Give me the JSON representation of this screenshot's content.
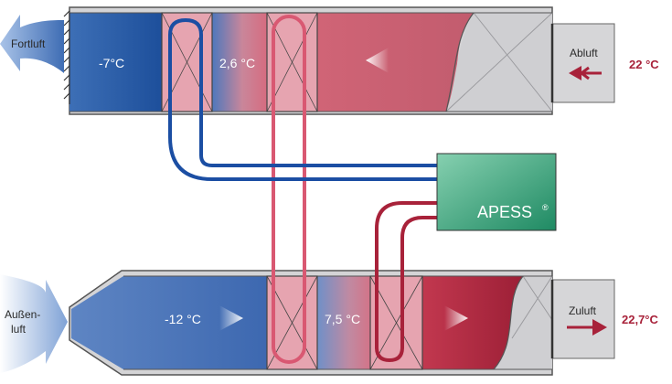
{
  "labels": {
    "fortluft": "Fortluft",
    "abluft": "Abluft",
    "aussenluft_1": "Außen-",
    "aussenluft_2": "luft",
    "zuluft": "Zuluft",
    "apess": "APESS",
    "registered": "®"
  },
  "temperatures": {
    "fortluft": "-7°C",
    "after_exhaust_coil": "2,6 °C",
    "abluft": "22 °C",
    "aussenluft": "-12 °C",
    "after_supply_coil": "7,5 °C",
    "zuluft": "22,7°C"
  },
  "colors": {
    "cold": "#1e4f9c",
    "warm": "#b6364a",
    "pipe_blue": "#1b4ea3",
    "pipe_red": "#a8223a",
    "pipe_pink": "#e2667c",
    "apess_green": "#2f9a72",
    "duct_gray": "#d6d6d8"
  }
}
